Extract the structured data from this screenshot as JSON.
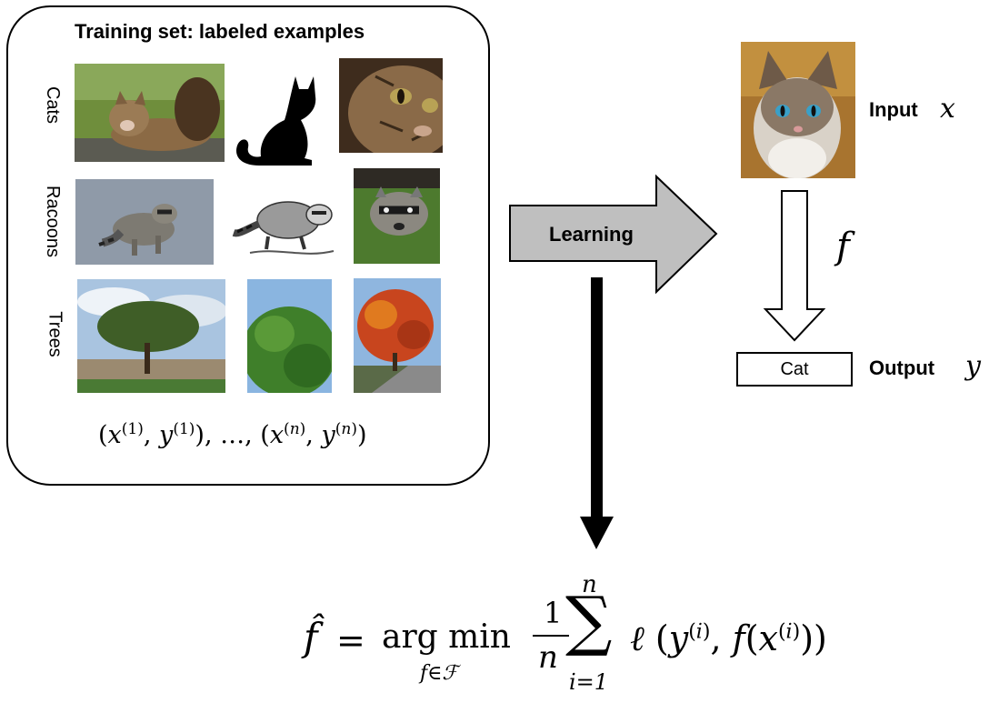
{
  "training": {
    "title": "Training set: labeled examples",
    "rows": [
      "Cats",
      "Racoons",
      "Trees"
    ],
    "dataset_formula": "(x(1), y(1)), …, (x(n), y(n))"
  },
  "arrow_label": "Learning",
  "input": {
    "label": "Input",
    "var": "x"
  },
  "function_var": "f",
  "output": {
    "label": "Output",
    "var": "y",
    "value": "Cat"
  },
  "objective": {
    "lhs": "f̂",
    "argmin": "arg min",
    "subscript": "f∈ℱ",
    "frac_num": "1",
    "frac_den": "n",
    "sum_top": "n",
    "sum_bottom": "i=1",
    "sum": "∑",
    "body": "ℓ (y(i), f(x(i)))"
  },
  "colors": {
    "arrow_fill": "#bfbfbf",
    "stroke": "#000000"
  }
}
